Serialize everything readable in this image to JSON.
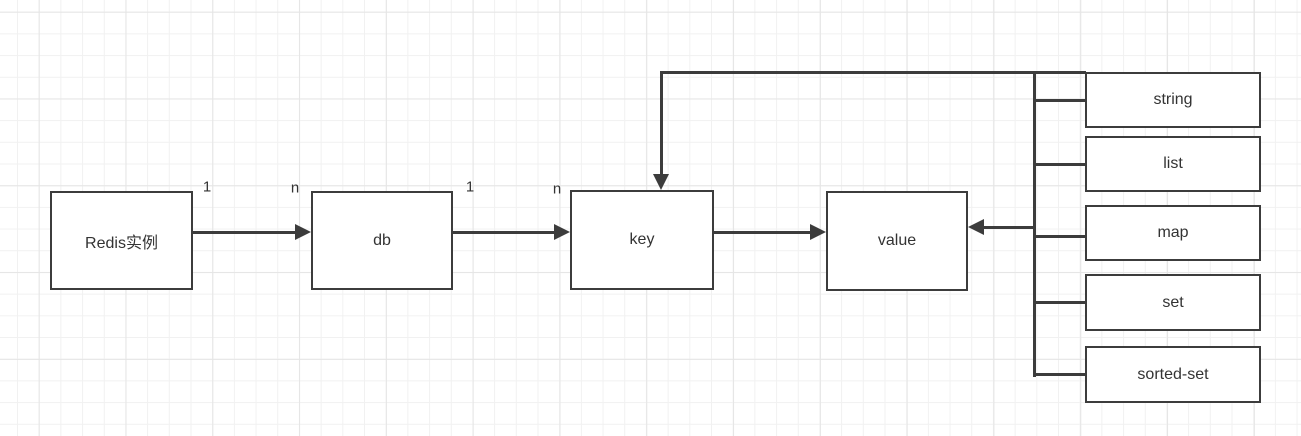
{
  "diagram": {
    "nodes": [
      {
        "id": "redis",
        "label": "Redis实例"
      },
      {
        "id": "db",
        "label": "db"
      },
      {
        "id": "key",
        "label": "key"
      },
      {
        "id": "value",
        "label": "value"
      },
      {
        "id": "string",
        "label": "string"
      },
      {
        "id": "list",
        "label": "list"
      },
      {
        "id": "map",
        "label": "map"
      },
      {
        "id": "set",
        "label": "set"
      },
      {
        "id": "sorted_set",
        "label": "sorted-set"
      }
    ],
    "multiplicity": [
      "1",
      "n",
      "1",
      "n"
    ],
    "colors": {
      "line": "#3c3c3c",
      "text": "#333333",
      "node_fill": "#ffffff",
      "background": "#ffffff",
      "grid_minor": "#f1f1f1",
      "grid_major": "#e5e5e5"
    }
  }
}
